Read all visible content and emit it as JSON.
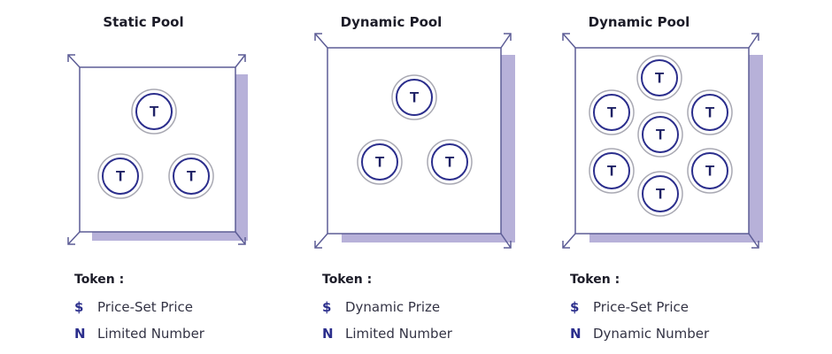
{
  "colors": {
    "frame": "#5d5d96",
    "shadow": "#b7b1d9",
    "token_ring": "#a9a9b3",
    "token_border": "#2b2e8c",
    "token_text": "#1f2266",
    "legend_icon": "#2b2e8c"
  },
  "panels": [
    {
      "title": "Static Pool",
      "token_letter": "T",
      "token_count": 3,
      "legend": {
        "heading": "Token :",
        "items": [
          {
            "icon": "$",
            "icon_name": "dollar-icon",
            "text": "Price-Set Price"
          },
          {
            "icon": "N",
            "icon_name": "number-icon",
            "text": "Limited Number"
          }
        ]
      }
    },
    {
      "title": "Dynamic Pool",
      "token_letter": "T",
      "token_count": 3,
      "legend": {
        "heading": "Token :",
        "items": [
          {
            "icon": "$",
            "icon_name": "dollar-icon",
            "text": "Dynamic Prize"
          },
          {
            "icon": "N",
            "icon_name": "number-icon",
            "text": "Limited Number"
          }
        ]
      }
    },
    {
      "title": "Dynamic Pool",
      "token_letter": "T",
      "token_count": 7,
      "legend": {
        "heading": "Token :",
        "items": [
          {
            "icon": "$",
            "icon_name": "dollar-icon",
            "text": "Price-Set Price"
          },
          {
            "icon": "N",
            "icon_name": "number-icon",
            "text": "Dynamic Number"
          }
        ]
      }
    }
  ]
}
